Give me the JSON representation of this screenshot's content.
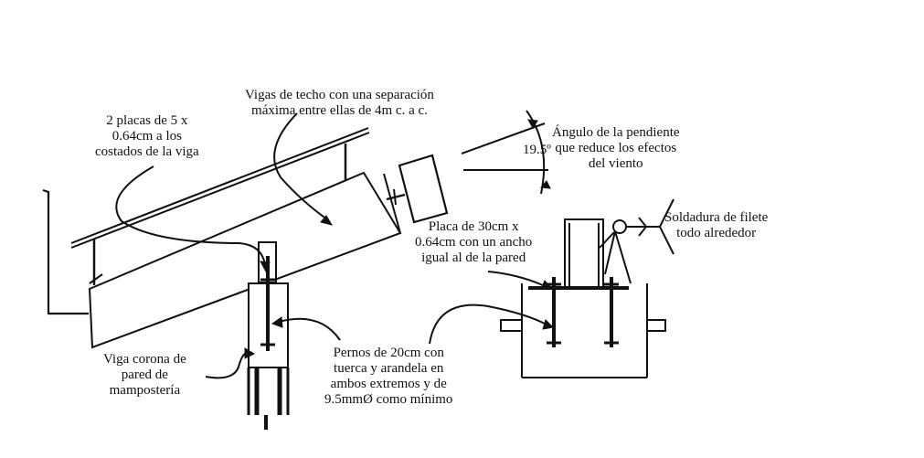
{
  "labels": {
    "vigas": [
      "Vigas de techo con una separación",
      "máxima entre ellas de 4m c. a c."
    ],
    "placas": [
      "2 placas de 5 x",
      "0.64cm a los",
      "costados de la viga"
    ],
    "angulo_valor": "19.5º",
    "angulo": [
      "Ángulo de la pendiente",
      "que reduce los efectos",
      "del viento"
    ],
    "placa30": [
      "Placa de 30cm x",
      "0.64cm con un ancho",
      "igual al de la pared"
    ],
    "soldadura": [
      "Soldadura de filete",
      "todo alrededor"
    ],
    "viga_corona": [
      "Viga corona de",
      "pared de",
      "mampostería"
    ],
    "pernos": [
      "Pernos de 20cm con",
      "tuerca y arandela en",
      "ambos extremos y de",
      "9.5mmØ como mínimo"
    ]
  }
}
